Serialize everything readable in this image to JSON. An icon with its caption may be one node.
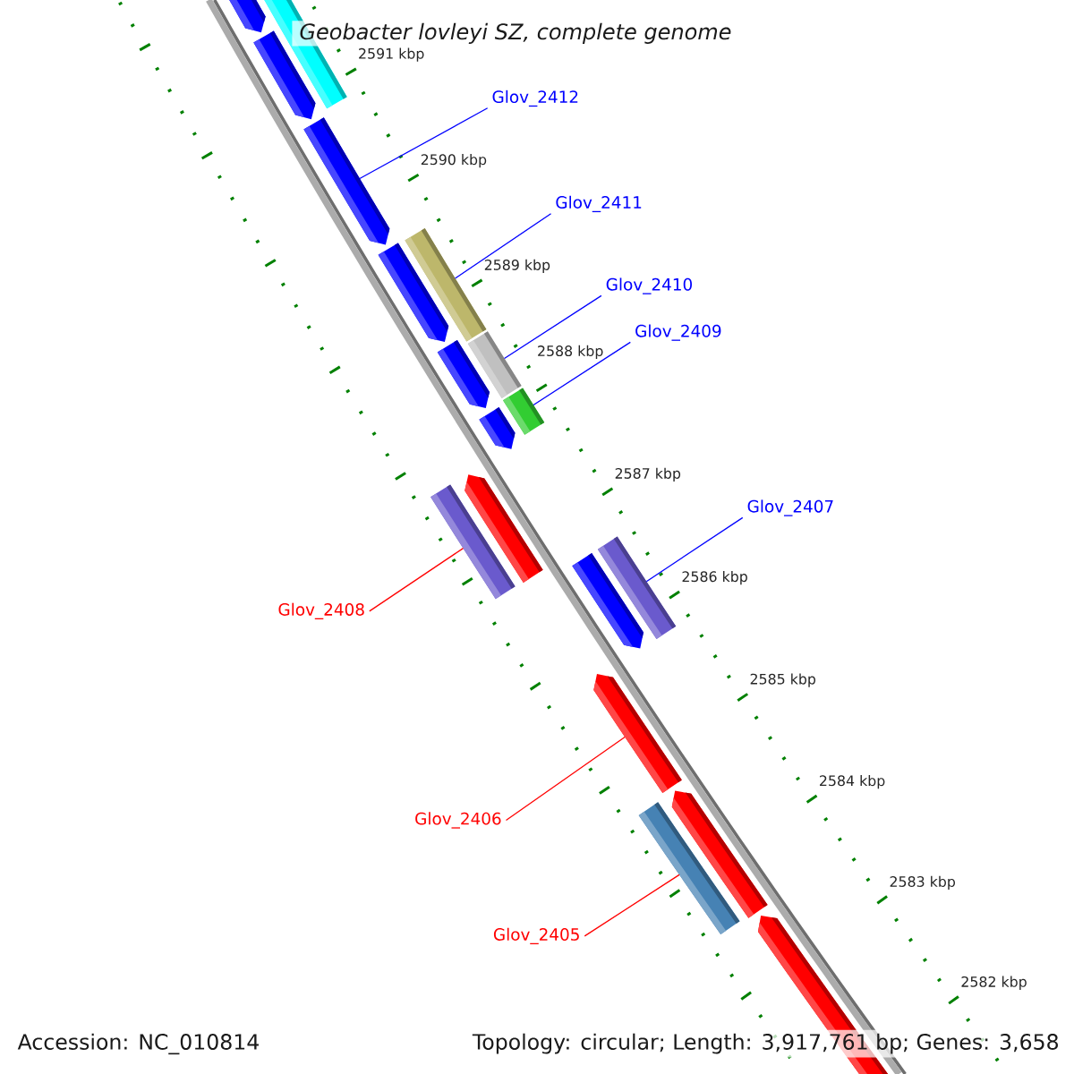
{
  "diagram": {
    "title": "Geobacter lovleyi SZ, complete genome",
    "nodes": [
      {
        "text": [
          "Glov_2412"
        ]
      },
      {
        "text": [
          "Glov_2411"
        ]
      },
      {
        "text": [
          "Glov_2410"
        ]
      },
      {
        "text": [
          "Glov_2409"
        ]
      },
      {
        "text": [
          "Glov_2407"
        ]
      },
      {
        "text": [
          "Glov_2408"
        ]
      },
      {
        "text": [
          "Glov_2406"
        ]
      },
      {
        "text": [
          "Glov_2405"
        ]
      },
      {
        "text": [],
        "shape": "pentagon"
      },
      {
        "text": [],
        "shape": "bar"
      },
      {
        "text": [],
        "shape": "pentagon"
      },
      {
        "text": [],
        "shape": "pentagon"
      },
      {
        "text": [],
        "shape": "bar"
      },
      {
        "text": [],
        "shape": "pentagon"
      },
      {
        "text": [],
        "shape": "bar"
      },
      {
        "text": [],
        "shape": "pentagon"
      },
      {
        "text": [],
        "shape": "bar"
      },
      {
        "text": [],
        "shape": "pentagon"
      },
      {
        "text": [],
        "shape": "bar"
      },
      {
        "text": [],
        "shape": "pentagon"
      },
      {
        "text": [],
        "shape": "bar"
      },
      {
        "text": [],
        "shape": "pentagon"
      },
      {
        "text": [],
        "shape": "pentagon"
      },
      {
        "text": [],
        "shape": "bar"
      },
      {
        "text": [],
        "shape": "pentagon"
      },
      {
        "text": [],
        "shape": "pentagon"
      }
    ],
    "edges": [
      {
        "from": 0,
        "to": 11,
        "arrow": "none"
      },
      {
        "from": 1,
        "to": 12,
        "arrow": "none"
      },
      {
        "from": 2,
        "to": 14,
        "arrow": "none"
      },
      {
        "from": 3,
        "to": 16,
        "arrow": "none"
      },
      {
        "from": 4,
        "to": 20,
        "arrow": "none"
      },
      {
        "from": 5,
        "to": 18,
        "arrow": "none",
        "color": "#ff0000"
      },
      {
        "from": 6,
        "to": 22,
        "arrow": "none",
        "color": "#ff0000"
      },
      {
        "from": 7,
        "to": 23,
        "arrow": "none",
        "color": "#ff0000"
      }
    ],
    "labels": [
      "2591 kbp",
      "2590 kbp",
      "2589 kbp",
      "2588 kbp",
      "2587 kbp",
      "2586 kbp",
      "2585 kbp",
      "2584 kbp",
      "2583 kbp",
      "2582 kbp",
      "Accession: NC_010814",
      "Topology: circular; Length: 3,917,761 bp; Genes: 3,658"
    ]
  }
}
